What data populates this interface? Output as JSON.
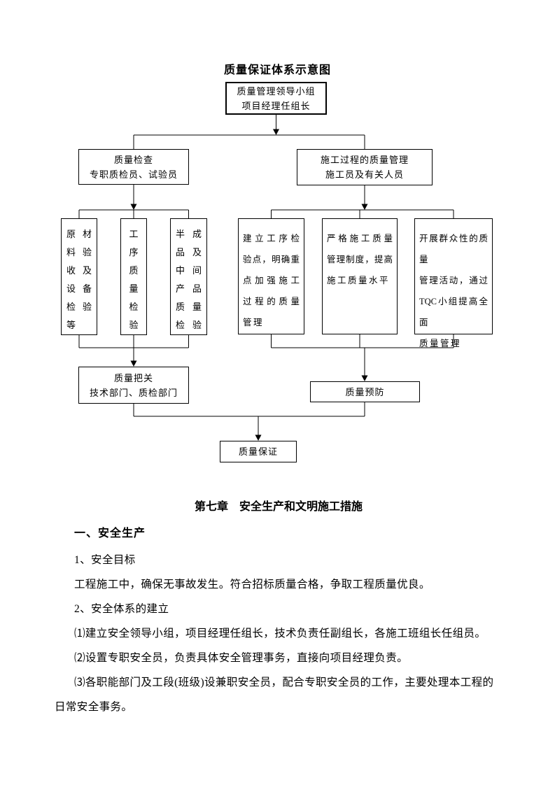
{
  "diagram": {
    "title": "质量保证体系示意图",
    "top_box": [
      "质量管理领导小组",
      "项目经理任组长"
    ],
    "check_box": [
      "质量检查",
      "专职质检员、试验员"
    ],
    "process_box": [
      "施工过程的质量管理",
      "施工员及有关人员"
    ],
    "leaf_material": [
      "原材",
      "料验",
      "收及",
      "设备",
      "检验",
      "等"
    ],
    "leaf_procedure": [
      "工",
      "序",
      "质",
      "量",
      "检",
      "验"
    ],
    "leaf_semi_product": [
      "半成",
      "品及",
      "中间",
      "产品",
      "质量",
      "检验"
    ],
    "leaf_inspection_points": [
      "建立工序检",
      "验点，明确重",
      "点加强施工",
      "过程的质量",
      "管理"
    ],
    "leaf_strict_quality": [
      "严格施工质量",
      "管理制度，提高",
      "施工质量水平"
    ],
    "leaf_tqc": [
      "开展群众性的质量",
      "管理活动，通过",
      "TQC小组提高全面",
      "质量管理"
    ],
    "guard_box": [
      "质量把关",
      "技术部门、质检部门"
    ],
    "prevent_box": [
      "质量预防"
    ],
    "assure_box": [
      "质量保证"
    ]
  },
  "content": {
    "chapter_title": "第七章　安全生产和文明施工措施",
    "section_heading": "一、安全生产",
    "paragraphs": [
      "1、安全目标",
      "工程施工中，确保无事故发生。符合招标质量合格，争取工程质量优良。",
      "2、安全体系的建立",
      "⑴建立安全领导小组，项目经理任组长，技术负责任副组长，各施工班组长任组员。",
      "⑵设置专职安全员，负责具体安全管理事务，直接向项目经理负责。",
      "⑶各职能部门及工段(班级)设兼职安全员，配合专职安全员的工作，主要处理本工程的日常安全事务。"
    ]
  },
  "colors": {
    "ink": "#000000",
    "paper": "#ffffff"
  }
}
